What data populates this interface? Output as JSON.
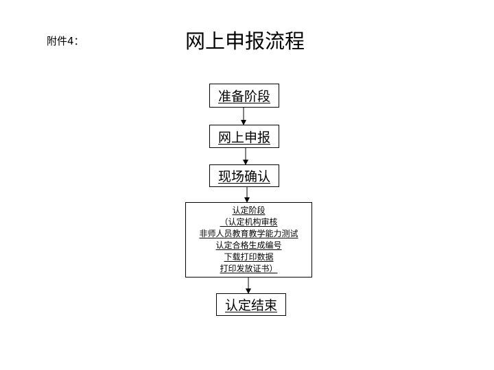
{
  "attachment_label": "附件4：",
  "title": "网上申报流程",
  "steps": [
    {
      "label": "准备阶段"
    },
    {
      "label": "网上申报"
    },
    {
      "label": "现场确认"
    },
    {
      "label": "认定结束"
    }
  ],
  "detail_box": {
    "lines": [
      "认定阶段",
      "（认定机构审核",
      "非师人员教育教学能力测试",
      "认定合格生成编号",
      "下载打印数据",
      "打印发放证书）"
    ]
  }
}
